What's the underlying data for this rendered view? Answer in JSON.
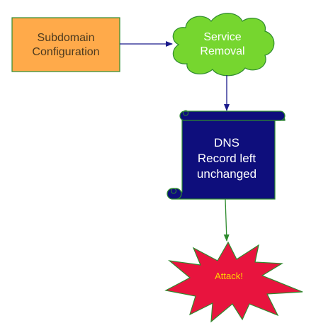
{
  "nodes": {
    "subdomain": {
      "line1": "Subdomain",
      "line2": "Configuration",
      "fill": "#FFAA4A",
      "text_color": "#4D3A1F"
    },
    "service": {
      "line1": "Service",
      "line2": "Removal",
      "fill": "#76D62F",
      "text_color": "#FFFFFF"
    },
    "dns": {
      "line1": "DNS",
      "line2": "Record left",
      "line3": "unchanged",
      "fill": "#0E0E7C",
      "text_color": "#FFFFFF"
    },
    "attack": {
      "label": "Attack!",
      "fill": "#E8143E",
      "text_color": "#FFD400"
    }
  },
  "colors": {
    "arrow_primary": "#1A1A8C",
    "arrow_secondary": "#2E8B2E",
    "outline": "#2E8B2E"
  }
}
